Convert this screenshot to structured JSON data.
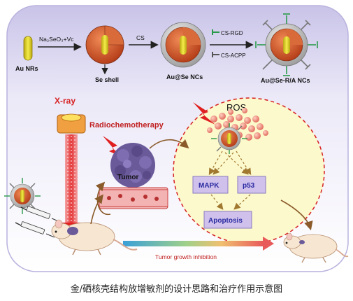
{
  "stage1": {
    "au_nrs": "Au NRs",
    "reagent": "Na₂SeO₃+Vc",
    "se_shell": "Se shell",
    "cs": "CS",
    "au_se_ncs": "Au@Se NCs",
    "cs_rgd": "CS-RGD",
    "cs_acpp": "CS-ACPP",
    "au_se_ra_ncs": "Au@Se-R/A NCs"
  },
  "stage2": {
    "xray": "X-ray",
    "radiochemotherapy": "Radiochemotherapy",
    "tumor": "Tumor",
    "ros": "ROS",
    "mapk": "MAPK",
    "p53": "p53",
    "apoptosis": "Apoptosis",
    "tumor_growth_inhibition": "Tumor growth inhibition"
  },
  "caption": "金/硒核壳结构放增敏剂的设计思路和治疗作用示意图",
  "colors": {
    "panel_bg": "#d9d5ee",
    "gold_core": "#e8d81a",
    "se_shell": "#c8502a",
    "coating": "#c8c8c8",
    "xray_beam": "#e02020",
    "ros_ellipse": "#fbf8c8",
    "pathway_box": "#cdbcea",
    "pathway_text": "#2a2aa0",
    "arrow": "#222222"
  }
}
